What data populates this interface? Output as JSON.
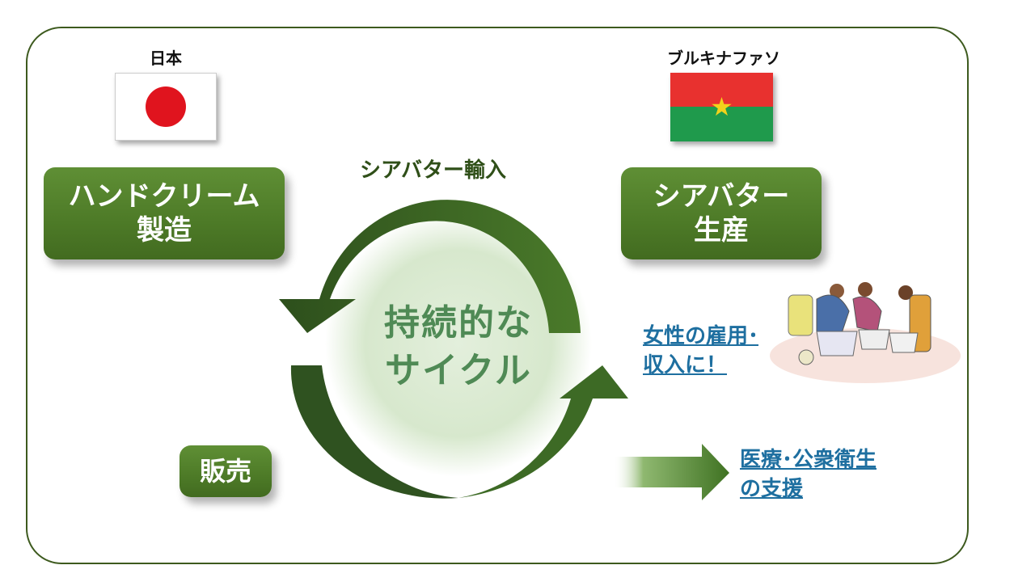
{
  "countries": {
    "left": "日本",
    "right": "ブルキナファソ"
  },
  "boxes": {
    "manufacture": [
      "ハンドクリーム",
      "製造"
    ],
    "production": [
      "シアバター",
      "生産"
    ],
    "sales": "販売"
  },
  "arrow_label": "シアバター輸入",
  "center": [
    "持続的な",
    "サイクル"
  ],
  "links": {
    "women": [
      "女性の雇用･",
      "収入に！"
    ],
    "health": [
      "医療･公衆衛生",
      "の支援"
    ]
  },
  "colors": {
    "primary_green": "#4d7a27",
    "dark_green": "#2f4f18",
    "center_text": "#4f8a55",
    "link": "#1e6fa0",
    "jp_red": "#e0141e",
    "bf_red": "#e8312f",
    "bf_green": "#1f9a4c",
    "bf_star": "#f2d21b"
  }
}
